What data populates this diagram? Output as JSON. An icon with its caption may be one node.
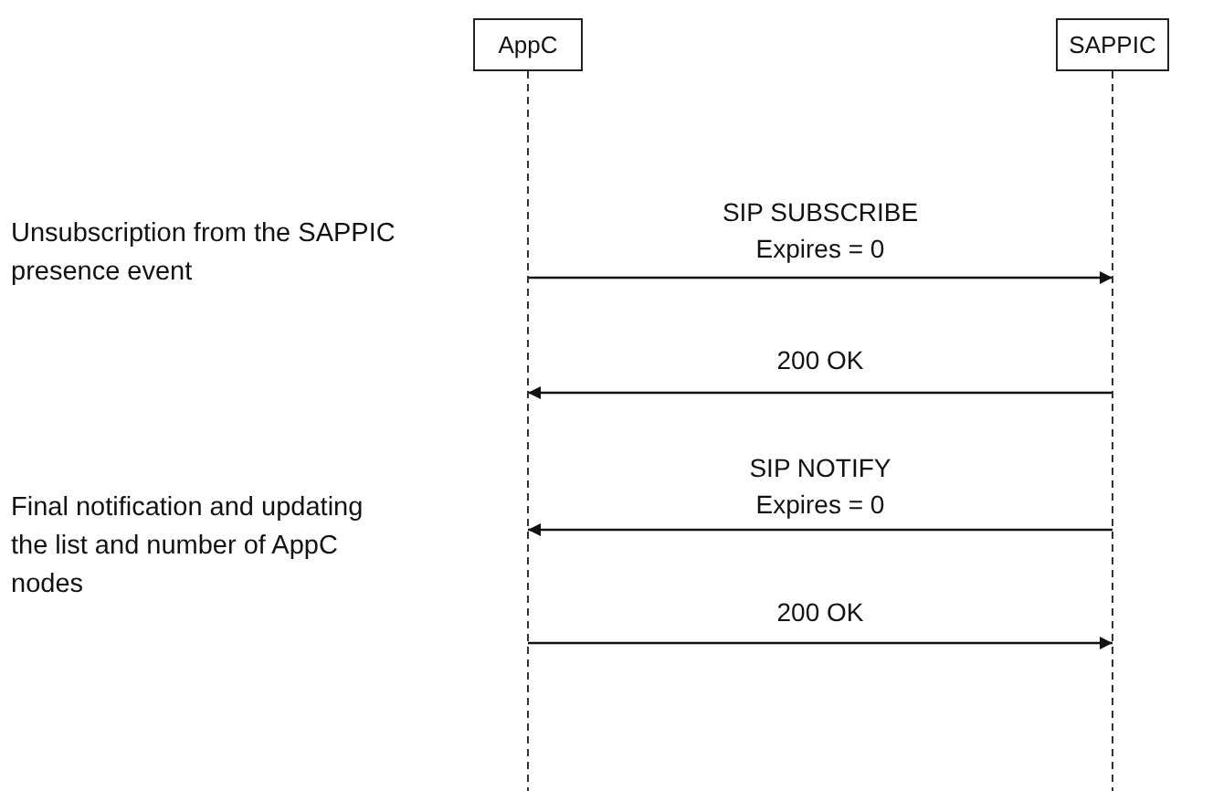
{
  "diagram": {
    "nodes": [
      {
        "text": [
          "AppC"
        ]
      },
      {
        "text": [
          "SAPPIC"
        ]
      }
    ],
    "edges": [
      {
        "from": 0,
        "to": 1,
        "arrow": "to",
        "label": "SIP SUBSCRIBE Expires = 0"
      },
      {
        "from": 1,
        "to": 0,
        "arrow": "to",
        "label": "200 OK"
      },
      {
        "from": 1,
        "to": 0,
        "arrow": "to",
        "label": "SIP NOTIFY Expires = 0"
      },
      {
        "from": 0,
        "to": 1,
        "arrow": "to",
        "label": "200 OK"
      }
    ],
    "labels": [
      "Unsubscription from the SAPPIC presence event",
      "Final notification and updating the list and number of AppC nodes"
    ]
  }
}
